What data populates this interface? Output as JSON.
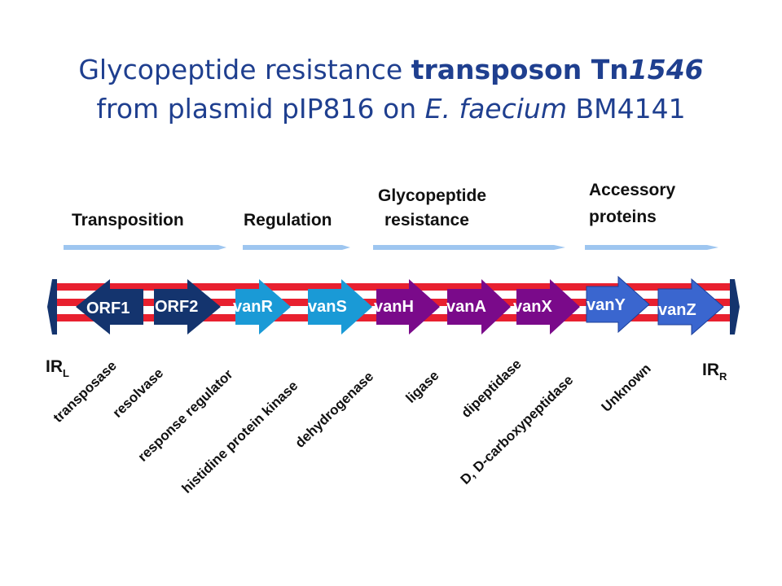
{
  "title": {
    "line1_a": "Glycopeptide resistance ",
    "line1_b": "transposon Tn",
    "line1_c": "1546",
    "line2_a": "from plasmid pIP816 on ",
    "line2_b": "E. faecium",
    "line2_c": " BM4141"
  },
  "sections": {
    "transposition": "Transposition",
    "regulation": "Regulation",
    "glyco_line1": "Glycopeptide",
    "glyco_line2": "resistance",
    "accessory_line1": "Accessory",
    "accessory_line2": "proteins"
  },
  "genes": {
    "orf1": "ORF1",
    "orf2": "ORF2",
    "vanR": "vanR",
    "vanS": "vanS",
    "vanH": "vanH",
    "vanA": "vanA",
    "vanX": "vanX",
    "vanY": "vanY",
    "vanZ": "vanZ"
  },
  "functions": {
    "transposase": "transposase",
    "resolvase": "resolvase",
    "response_regulator": "response regulator",
    "histidine_kinase": "histidine protein kinase",
    "dehydrogenase": "dehydrogenase",
    "ligase": "ligase",
    "dipeptidase": "dipeptidase",
    "carboxypeptidase": "D, D-carboxypeptidase",
    "unknown": "Unknown"
  },
  "repeats": {
    "left": "IR",
    "left_sub": "L",
    "right": "IR",
    "right_sub": "R"
  },
  "colors": {
    "title": "#1f3f8f",
    "dna_red": "#e8202f",
    "transposition_gene": "#14346e",
    "regulation_gene": "#1a9ad6",
    "resistance_gene": "#7a0a8a",
    "accessory_gene": "#3a66cf",
    "section_arrow": "#9ec6f0"
  }
}
